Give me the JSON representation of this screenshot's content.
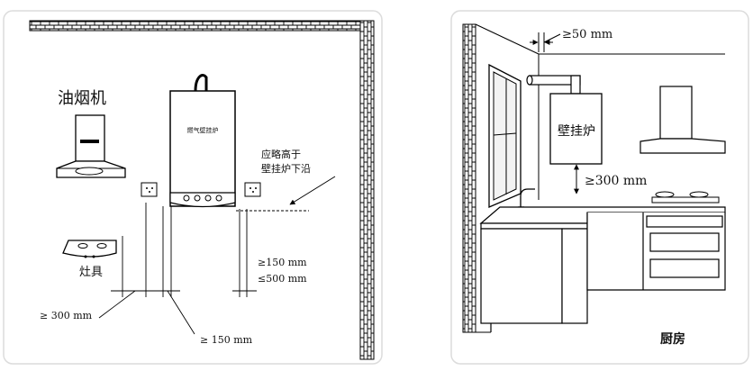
{
  "left_panel": {
    "range_hood_label": "油烟机",
    "boiler_label": "燃气壁挂炉",
    "stove_label": "灶具",
    "note_line1": "应略高于",
    "note_line2": "壁挂炉下沿",
    "dim_height_min": "≥150 mm",
    "dim_height_max": "≤500 mm",
    "dim_stove_distance": "≥ 300 mm",
    "dim_side_distance": "≥ 150 mm"
  },
  "right_panel": {
    "dim_top_clearance": "≥50 mm",
    "boiler_label": "壁挂炉",
    "dim_hood_distance": "≥300 mm",
    "room_label": "厨房"
  }
}
